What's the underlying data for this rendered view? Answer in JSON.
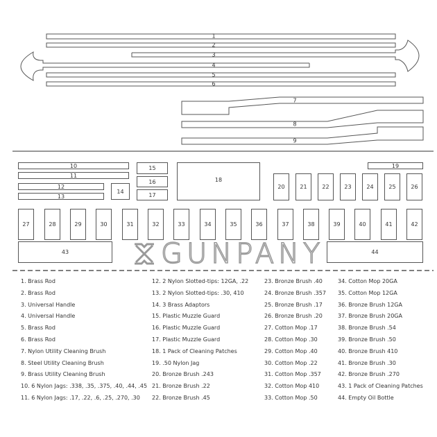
{
  "brand": "GUNPANY",
  "parts": {
    "p1": "1",
    "p2": "2",
    "p3": "3",
    "p4": "4",
    "p5": "5",
    "p6": "6",
    "p7": "7",
    "p8": "8",
    "p9": "9",
    "p10": "10",
    "p11": "11",
    "p12": "12",
    "p13": "13",
    "p14": "14",
    "p15": "15",
    "p16": "16",
    "p17": "17",
    "p18": "18",
    "p19": "19",
    "p20": "20",
    "p21": "21",
    "p22": "22",
    "p23": "23",
    "p24": "24",
    "p25": "25",
    "p26": "26",
    "p27": "27",
    "p28": "28",
    "p29": "29",
    "p30": "30",
    "p31": "31",
    "p32": "32",
    "p33": "33",
    "p34": "34",
    "p35": "35",
    "p36": "36",
    "p37": "37",
    "p38": "38",
    "p39": "39",
    "p40": "40",
    "p41": "41",
    "p42": "42",
    "p43": "43",
    "p44": "44"
  },
  "legend": [
    [
      "1. Brass Rod",
      "2. Brass Rod",
      "3. Universal Handle",
      "4. Universal Handle",
      "5. Brass Rod",
      "6. Brass Rod",
      "7. Nylon Utility Cleaning Brush",
      "8. Steel Utility Cleaning Brush",
      "9. Brass Utility Cleaning Brush",
      "10. 6 Nylon Jags: .338, .35, .375, .40, .44, .45",
      "11. 6 Nylon Jags: .17, .22, .6, .25, .270, .30"
    ],
    [
      "12. 2 Nylon Slotted-tips: 12GA, .22",
      "13. 2 Nylon Slotted-tips: .30, 410",
      "14. 3 Brass Adaptors",
      "15. Plastic Muzzle Guard",
      "16. Plastic Muzzle Guard",
      "17. Plastic Muzzle Guard",
      "18. 1 Pack of Cleaning Patches",
      "19. .50 Nylon Jag",
      "20. Bronze Brush .243",
      "21. Bronze Brush .22",
      "22. Bronze Brush .45"
    ],
    [
      "23. Bronze Brush .40",
      "24. Bronze Brush .357",
      "25. Bronze Brush .17",
      "26. Bronze Brush .20",
      "27. Cotton Mop .17",
      "28. Cotton Mop .30",
      "29. Cotton Mop .40",
      "30. Cotton Mop .22",
      "31. Cotton Mop .357",
      "32. Cotton Mop 410",
      "33. Cotton Mop .50"
    ],
    [
      "34. Cotton Mop 20GA",
      "35. Cotton Mop 12GA",
      "36. Bronze Brush 12GA",
      "37. Bronze Brush 20GA",
      "38. Bronze Brush .54",
      "39. Bronze Brush .50",
      "40. Bronze Brush 410",
      "41. Bronze Brush .30",
      "42. Bronze Brush .270",
      "43. 1 Pack of Cleaning Patches",
      "44. Empty Oil Bottle"
    ]
  ]
}
